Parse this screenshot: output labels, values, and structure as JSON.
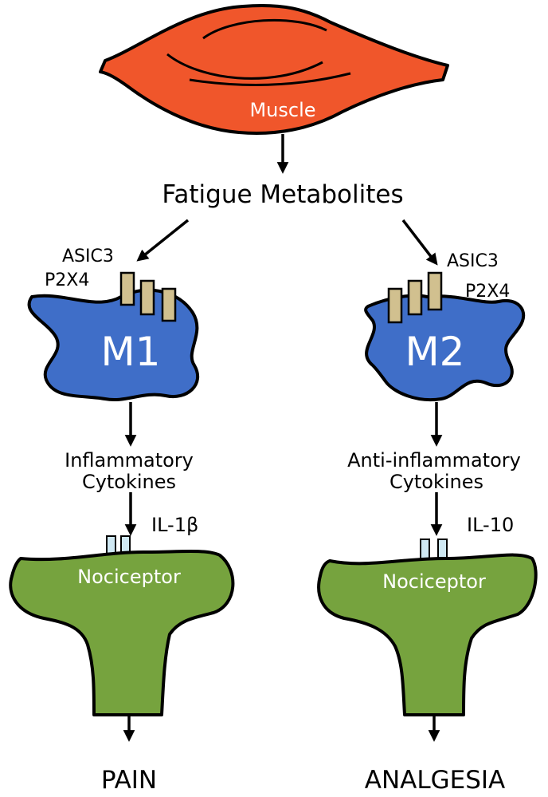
{
  "muscle": {
    "label": "Muscle",
    "fill_color": "#f0562b"
  },
  "metabolites_label": "Fatigue Metabolites",
  "left_branch": {
    "receptor_labels": [
      "ASIC3",
      "P2X4"
    ],
    "macrophage_label": "M1",
    "cytokine_lines": [
      "Inflammatory",
      "Cytokines"
    ],
    "interleukin_label": "IL-1β",
    "neuron_label": "Nociceptor",
    "outcome_label": "PAIN"
  },
  "right_branch": {
    "receptor_labels": [
      "ASIC3",
      "P2X4"
    ],
    "macrophage_label": "M2",
    "cytokine_lines": [
      "Anti-inflammatory",
      "Cytokines"
    ],
    "interleukin_label": "IL-10",
    "neuron_label": "Nociceptor",
    "outcome_label": "ANALGESIA"
  },
  "colors": {
    "macrophage": "#3f6ec8",
    "receptor": "#d1c08f",
    "nociceptor": "#76a33e",
    "il_receptor": "#cfe8f3"
  }
}
